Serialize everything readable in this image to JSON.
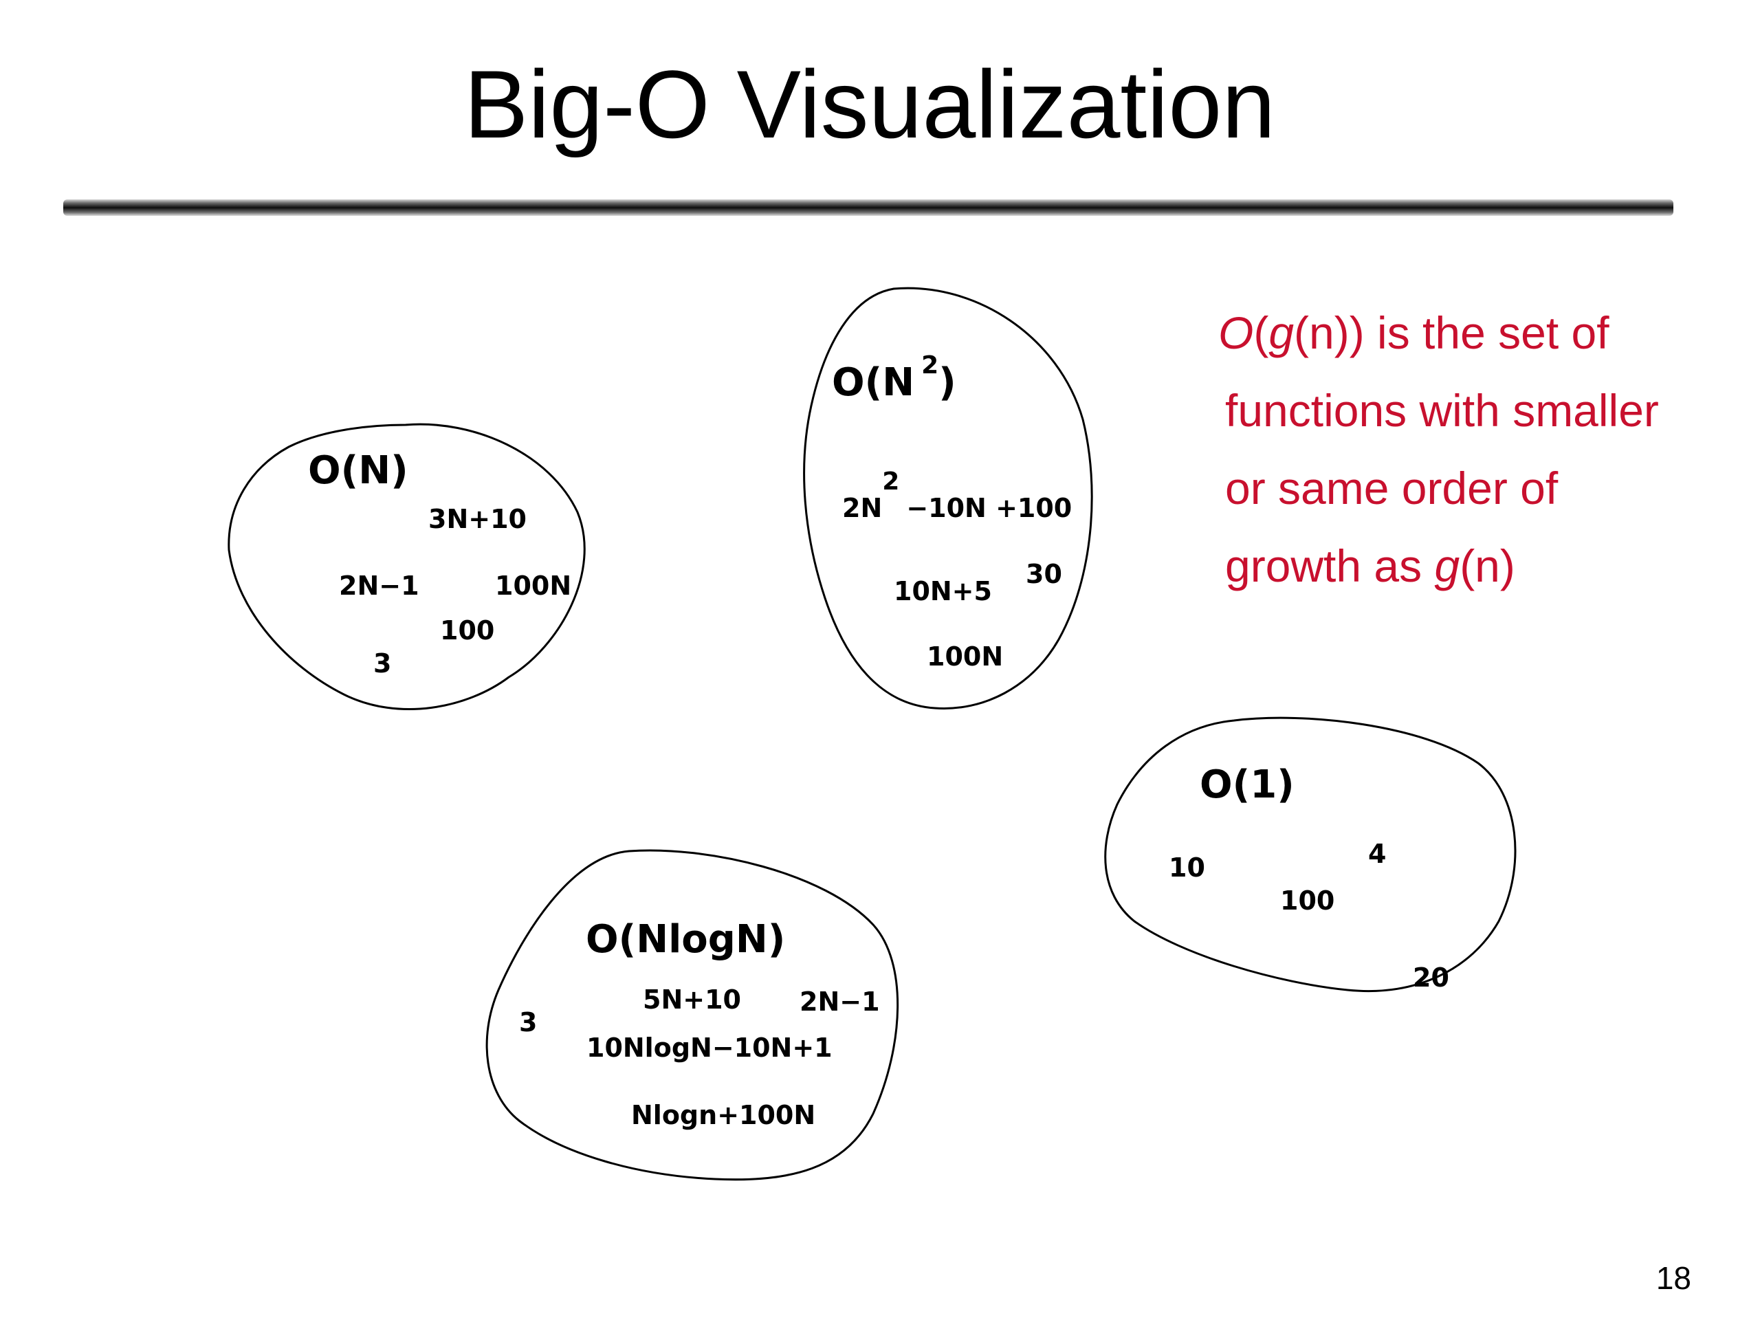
{
  "slide": {
    "title": "Big-O Visualization",
    "page_number": "18"
  },
  "definition": {
    "line1_prefix": "O",
    "line1_paren_open": "(",
    "line1_g": "g",
    "line1_n": "(n))",
    "line1_rest": " is the set of",
    "line2": "functions with smaller",
    "line3": "or same order of",
    "line4_prefix": "growth as ",
    "line4_g": "g",
    "line4_n": "(n)",
    "color": "#c8102e"
  },
  "sets": {
    "o_n": {
      "label": "O(N)",
      "functions": [
        "3N+10",
        "2N−1",
        "100N",
        "100",
        "3"
      ]
    },
    "o_n2": {
      "label_base": "O(N",
      "label_exp": "2",
      "label_close": ")",
      "f1_coef": "2N",
      "f1_exp": "2",
      "f1_rest": "−10N +100",
      "functions": [
        "10N+5",
        "30",
        "100N"
      ]
    },
    "o_1": {
      "label": "O(1)",
      "functions": [
        "10",
        "4",
        "100",
        "20"
      ]
    },
    "o_nlogn": {
      "label": "O(NlogN)",
      "functions": [
        "5N+10",
        "2N−1",
        "3",
        "10NlogN−10N+1",
        "Nlogn+100N"
      ]
    }
  }
}
